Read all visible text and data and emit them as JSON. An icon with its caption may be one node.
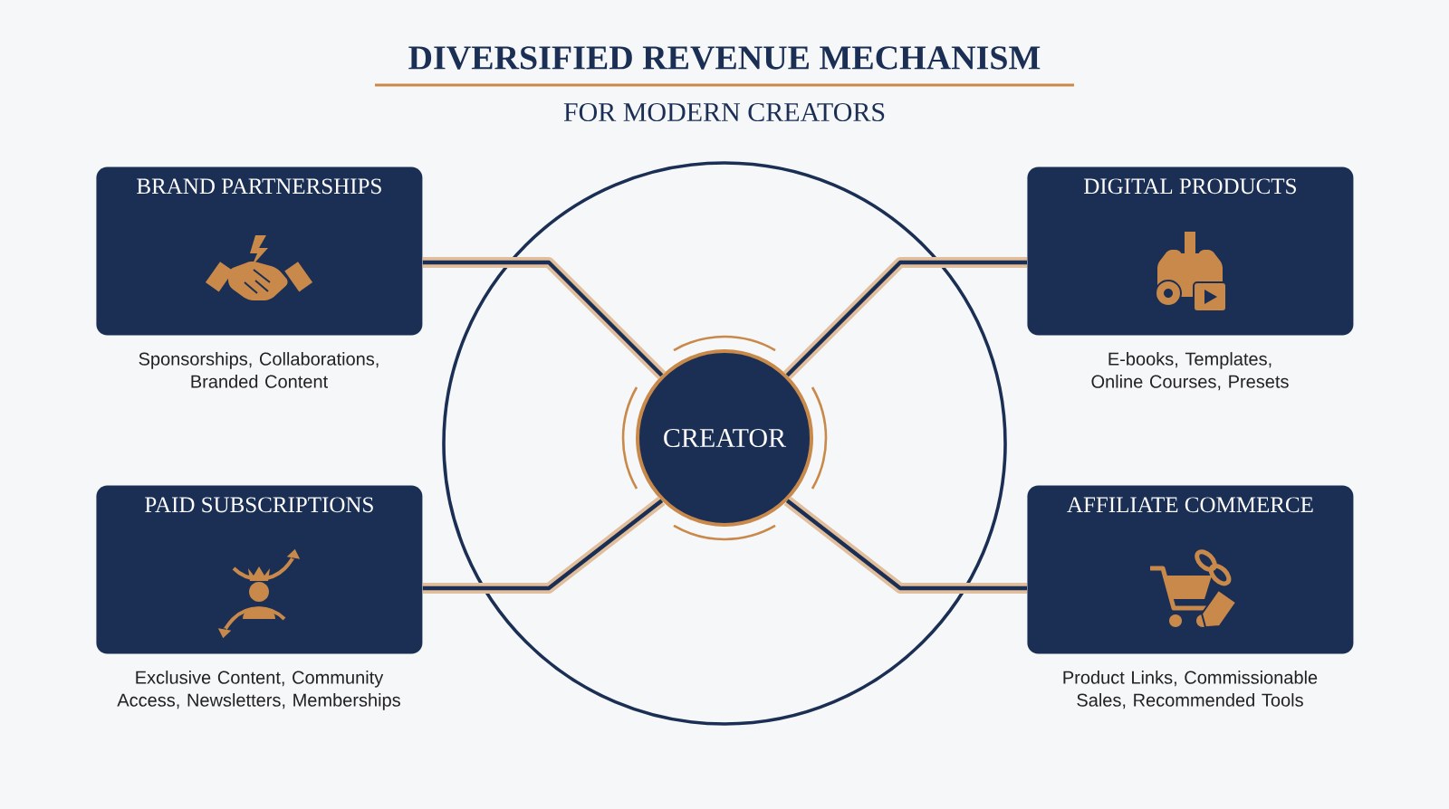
{
  "diagram": {
    "title": "DIVERSIFIED REVENUE MECHANISM",
    "nodes": [
      {
        "text": [
          "BRAND PARTNERSHIPS"
        ],
        "beside": [
          "Sponsorships, Collaborations, Branded Content"
        ]
      },
      {
        "text": [
          "DIGITAL PRODUCTS"
        ],
        "beside": [
          "E-books, Templates, Online Courses, Presets"
        ]
      },
      {
        "text": [
          "CREATOR"
        ]
      },
      {
        "text": [
          "PAID SUBSCRIPTIONS"
        ],
        "beside": [
          "Exclusive Content, Community Access, Newsletters, Memberships"
        ]
      },
      {
        "text": [
          "AFFILIATE COMMERCE"
        ],
        "beside": [
          "Product Links, Commissionable Sales, Recommended Tools"
        ]
      }
    ],
    "edges": [
      {
        "from": 2,
        "to": 0,
        "arrow": "none"
      },
      {
        "from": 2,
        "to": 1,
        "arrow": "none"
      },
      {
        "from": 2,
        "to": 3,
        "arrow": "none"
      },
      {
        "from": 2,
        "to": 4,
        "arrow": "none"
      }
    ],
    "labels": [
      "FOR MODERN CREATORS"
    ]
  }
}
